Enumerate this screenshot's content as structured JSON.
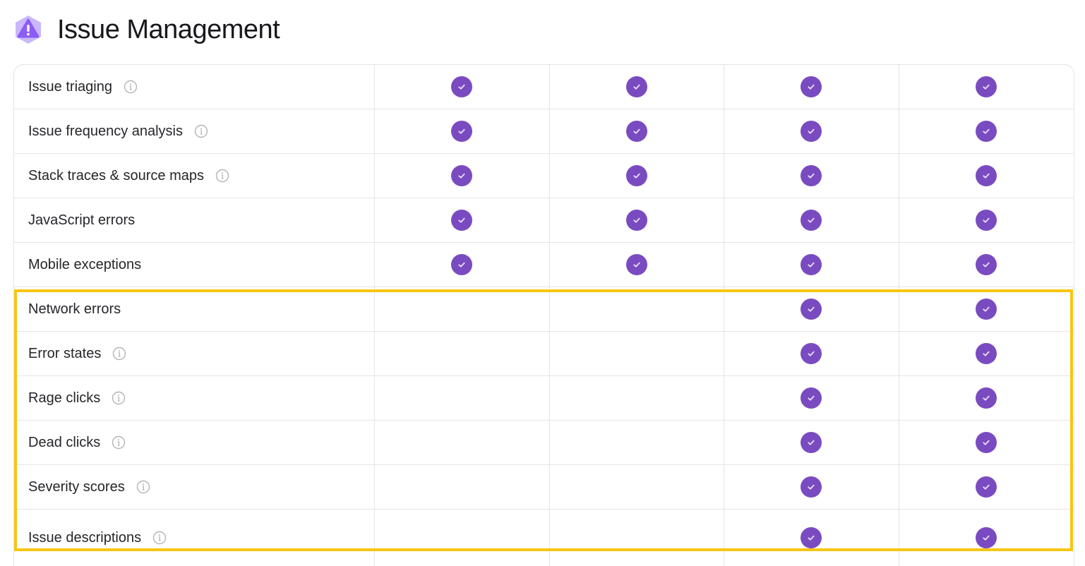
{
  "header": {
    "title": "Issue Management",
    "icon": "warning-hexagon-icon",
    "icon_color": "#8b5cf6"
  },
  "colors": {
    "check_fill": "#7a4bc0",
    "highlight_border": "#f7c613",
    "grid_line": "#e5e5e5"
  },
  "plan_columns": 4,
  "rows": [
    {
      "label": "Issue triaging",
      "info": true,
      "checks": [
        true,
        true,
        true,
        true
      ]
    },
    {
      "label": "Issue frequency analysis",
      "info": true,
      "checks": [
        true,
        true,
        true,
        true
      ]
    },
    {
      "label": "Stack traces & source maps",
      "info": true,
      "checks": [
        true,
        true,
        true,
        true
      ]
    },
    {
      "label": "JavaScript errors",
      "info": false,
      "checks": [
        true,
        true,
        true,
        true
      ]
    },
    {
      "label": "Mobile exceptions",
      "info": false,
      "checks": [
        true,
        true,
        true,
        true
      ]
    },
    {
      "label": "Network errors",
      "info": false,
      "checks": [
        false,
        false,
        true,
        true
      ]
    },
    {
      "label": "Error states",
      "info": true,
      "checks": [
        false,
        false,
        true,
        true
      ]
    },
    {
      "label": "Rage clicks",
      "info": true,
      "checks": [
        false,
        false,
        true,
        true
      ]
    },
    {
      "label": "Dead clicks",
      "info": true,
      "checks": [
        false,
        false,
        true,
        true
      ]
    },
    {
      "label": "Severity scores",
      "info": true,
      "checks": [
        false,
        false,
        true,
        true
      ]
    },
    {
      "label": "Issue descriptions",
      "info": true,
      "checks": [
        false,
        false,
        true,
        true
      ]
    }
  ],
  "highlight": {
    "from_row": 5,
    "to_row": 10
  }
}
